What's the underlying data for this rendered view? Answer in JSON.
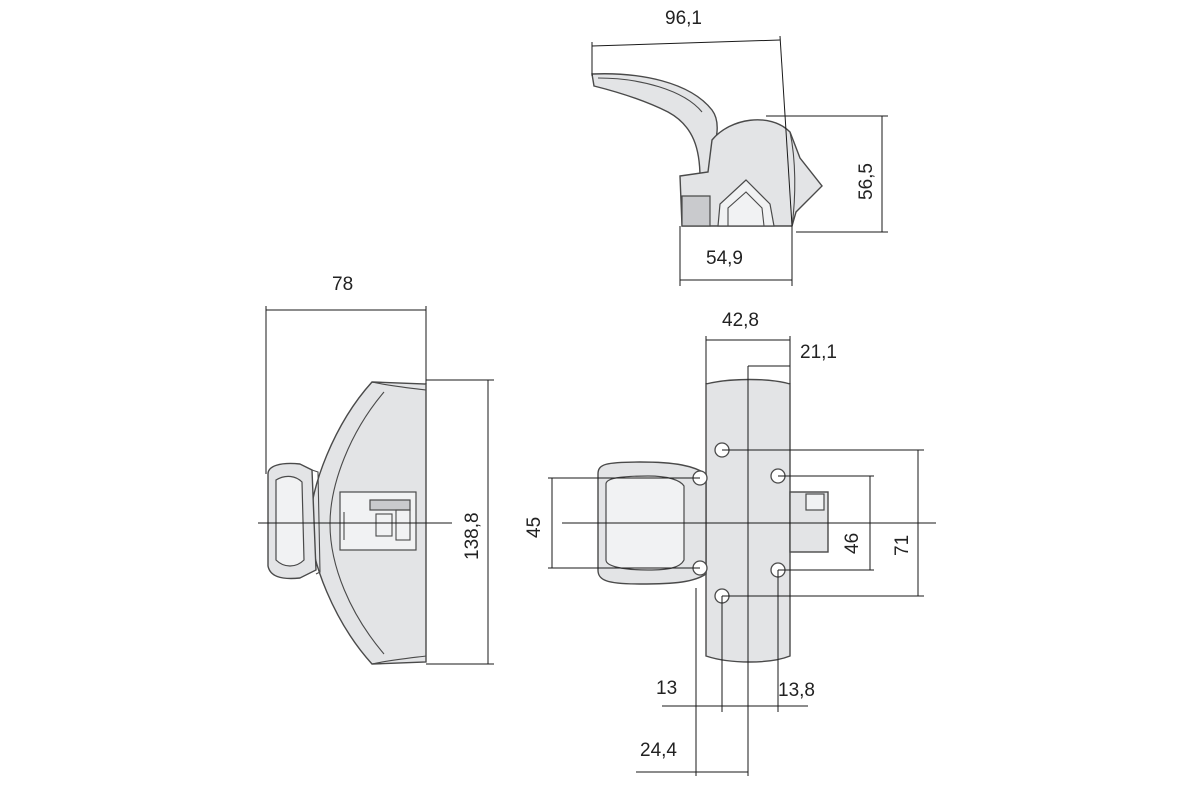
{
  "dimensions": {
    "top_view": {
      "overall_length": "96,1",
      "height": "56,5",
      "base_width": "54,9"
    },
    "side_view": {
      "depth": "78",
      "height": "138,8"
    },
    "front_view": {
      "body_width": "42,8",
      "half_width": "21,1",
      "handle_hole_spacing": "45",
      "inner_hole_spacing": "46",
      "outer_hole_spacing": "71",
      "offset_left_hole": "13",
      "offset_right_hole": "13,8",
      "offset_body_edge": "24,4"
    }
  }
}
